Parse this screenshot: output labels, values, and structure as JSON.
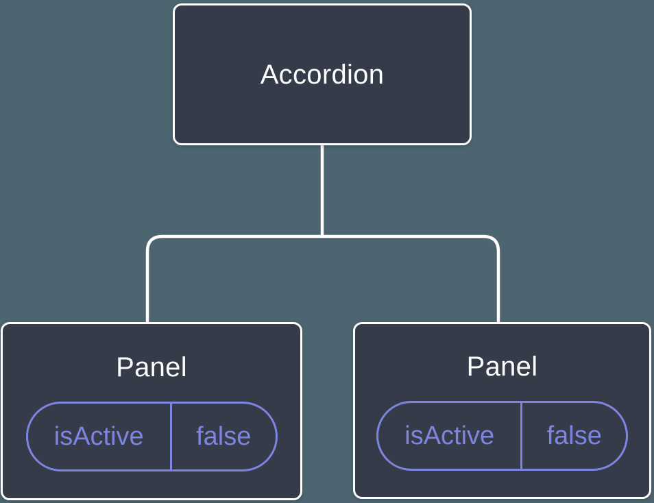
{
  "colors": {
    "background": "#4D6570",
    "node_bg": "#353B48",
    "node_border": "#FFFFFF",
    "node_text": "#FBFCFD",
    "state_accent": "#7E85E0"
  },
  "tree": {
    "root": {
      "label": "Accordion"
    },
    "children": [
      {
        "label": "Panel",
        "state": {
          "key": "isActive",
          "value": "false"
        }
      },
      {
        "label": "Panel",
        "state": {
          "key": "isActive",
          "value": "false"
        }
      }
    ]
  }
}
